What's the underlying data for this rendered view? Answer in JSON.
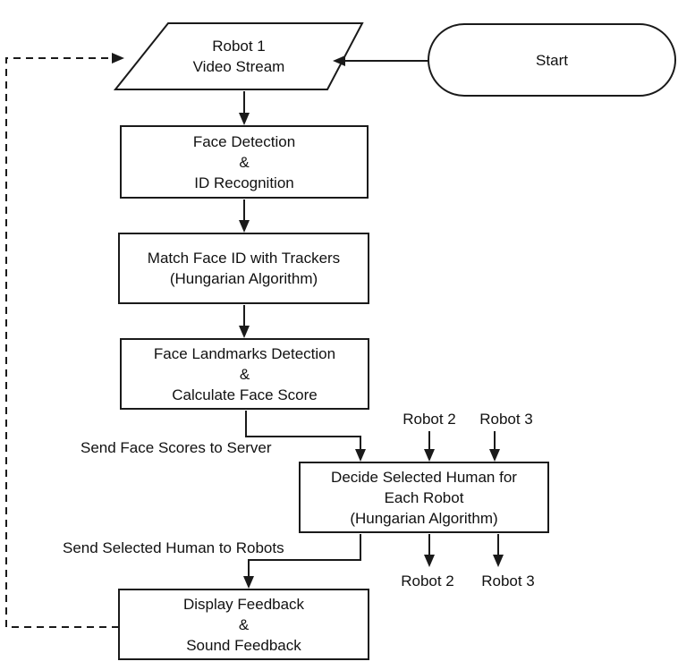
{
  "nodes": {
    "start": {
      "label": "Start",
      "shape": "terminator"
    },
    "video_stream": {
      "lines": [
        "Robot 1",
        "Video Stream"
      ],
      "shape": "data"
    },
    "face_detection": {
      "lines": [
        "Face Detection",
        "&",
        "ID Recognition"
      ],
      "shape": "process"
    },
    "match_face": {
      "lines": [
        "Match Face ID with Trackers",
        "(Hungarian Algorithm)"
      ],
      "shape": "process"
    },
    "landmarks": {
      "lines": [
        "Face Landmarks Detection",
        "&",
        "Calculate Face Score"
      ],
      "shape": "process"
    },
    "decide": {
      "lines": [
        "Decide Selected Human for",
        "Each Robot",
        "(Hungarian Algorithm)"
      ],
      "shape": "process"
    },
    "feedback": {
      "lines": [
        "Display Feedback",
        "&",
        "Sound Feedback"
      ],
      "shape": "process"
    }
  },
  "edge_labels": {
    "send_scores": "Send Face Scores to Server",
    "send_selected": "Send Selected Human to Robots"
  },
  "external_inputs": [
    "Robot 2",
    "Robot 3"
  ],
  "external_outputs": [
    "Robot 2",
    "Robot 3"
  ],
  "edges": [
    {
      "from": "start",
      "to": "video_stream",
      "style": "solid"
    },
    {
      "from": "video_stream",
      "to": "face_detection",
      "style": "solid"
    },
    {
      "from": "face_detection",
      "to": "match_face",
      "style": "solid"
    },
    {
      "from": "match_face",
      "to": "landmarks",
      "style": "solid"
    },
    {
      "from": "landmarks",
      "to": "decide",
      "style": "solid",
      "label": "Send Face Scores to Server"
    },
    {
      "from": "Robot 2 (input)",
      "to": "decide",
      "style": "solid"
    },
    {
      "from": "Robot 3 (input)",
      "to": "decide",
      "style": "solid"
    },
    {
      "from": "decide",
      "to": "Robot 2 (output)",
      "style": "solid"
    },
    {
      "from": "decide",
      "to": "Robot 3 (output)",
      "style": "solid"
    },
    {
      "from": "decide",
      "to": "feedback",
      "style": "solid",
      "label": "Send Selected Human to Robots"
    },
    {
      "from": "feedback",
      "to": "video_stream",
      "style": "dashed"
    }
  ]
}
